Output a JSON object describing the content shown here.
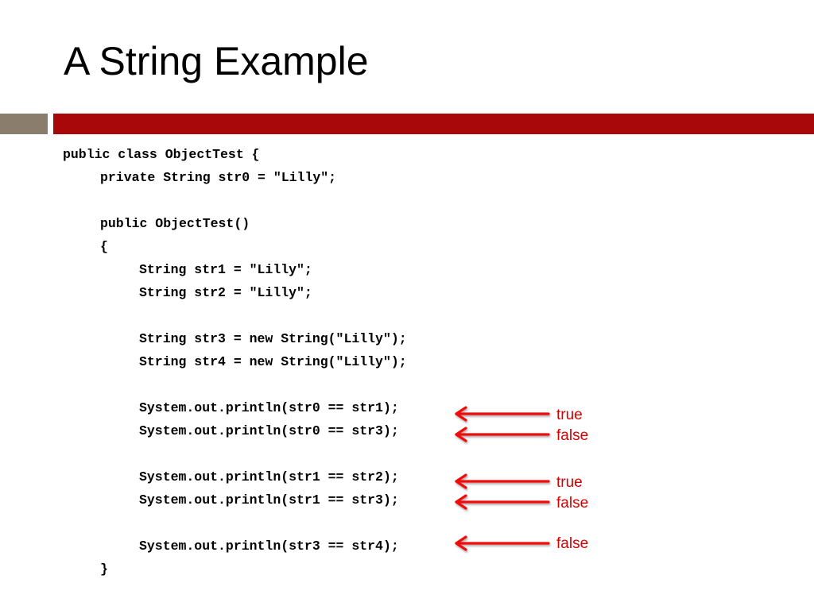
{
  "slide": {
    "title": "A String Example",
    "accent_colors": {
      "gray_bar": "#8b7d6b",
      "red_bar": "#a8080a",
      "annotation": "#d40000"
    }
  },
  "code": {
    "lines": [
      {
        "text": "public class ObjectTest {",
        "indent": 0
      },
      {
        "text": "private String str0 = \"Lilly\";",
        "indent": 1
      },
      {
        "text": "",
        "indent": 0
      },
      {
        "text": "public ObjectTest()",
        "indent": 1
      },
      {
        "text": "{",
        "indent": 1
      },
      {
        "text": "String str1 = \"Lilly\";",
        "indent": 2
      },
      {
        "text": "String str2 = \"Lilly\";",
        "indent": 2
      },
      {
        "text": "",
        "indent": 0
      },
      {
        "text": "String str3 = new String(\"Lilly\");",
        "indent": 2
      },
      {
        "text": "String str4 = new String(\"Lilly\");",
        "indent": 2
      },
      {
        "text": "",
        "indent": 0
      },
      {
        "text": "System.out.println(str0 == str1);",
        "indent": 2
      },
      {
        "text": "System.out.println(str0 == str3);",
        "indent": 2
      },
      {
        "text": "",
        "indent": 0
      },
      {
        "text": "System.out.println(str1 == str2);",
        "indent": 2
      },
      {
        "text": "System.out.println(str1 == str3);",
        "indent": 2
      },
      {
        "text": "",
        "indent": 0
      },
      {
        "text": "System.out.println(str3 == str4);",
        "indent": 2
      },
      {
        "text": "}",
        "indent": 1
      }
    ]
  },
  "annotations": [
    {
      "text": "true"
    },
    {
      "text": "false"
    },
    {
      "text": "true"
    },
    {
      "text": "false"
    },
    {
      "text": "false"
    }
  ]
}
